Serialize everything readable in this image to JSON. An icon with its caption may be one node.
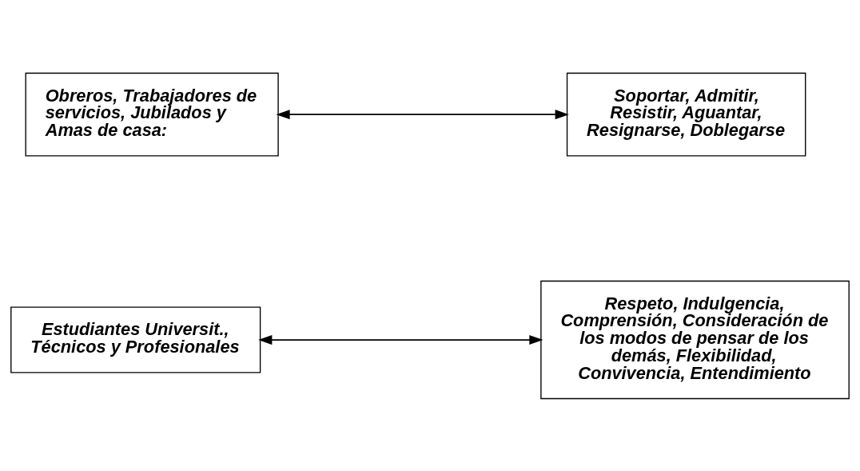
{
  "diagram": {
    "nodes": [
      {
        "text": [
          "Obreros, Trabajadores de servicios, Jubilados y Amas de casa:"
        ]
      },
      {
        "text": [
          "Soportar, Admitir, Resistir, Aguantar, Resignarse, Doblegarse"
        ]
      },
      {
        "text": [
          "Estudiantes Universit., Técnicos y Profesionales"
        ]
      },
      {
        "text": [
          "Respeto, Indulgencia, Comprensión, Consideración de los modos de pensar de los demás, Flexibilidad, Convivencia, Entendimiento"
        ]
      }
    ],
    "edges": [
      {
        "from": 0,
        "to": 1,
        "arrow": "both"
      },
      {
        "from": 2,
        "to": 3,
        "arrow": "both"
      }
    ]
  }
}
